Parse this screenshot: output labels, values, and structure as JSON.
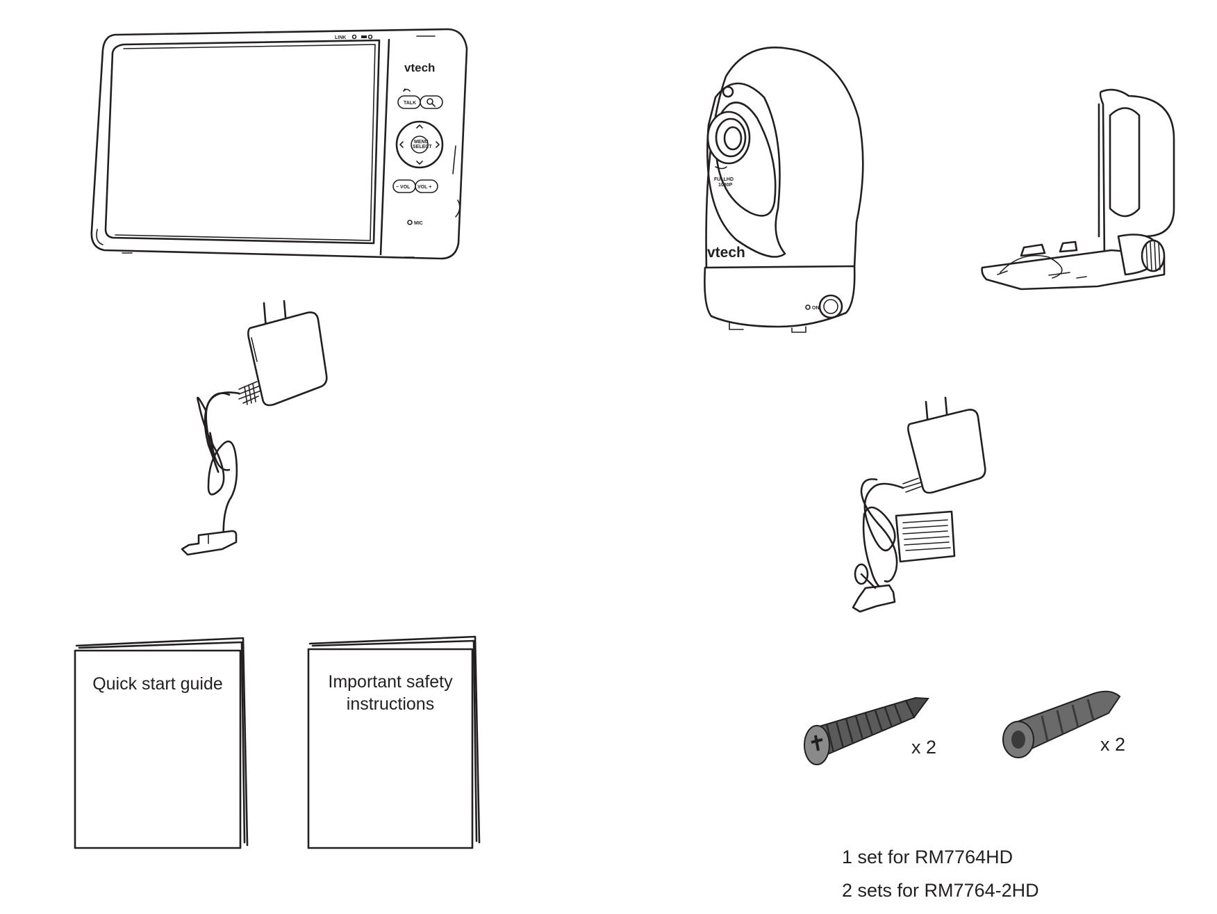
{
  "monitor": {
    "brand": "vtech",
    "link_indicator": "LINK",
    "talk_label": "TALK",
    "menu_label": "MENU",
    "select_label": "SELECT",
    "vol_down_label": "− VOL",
    "vol_up_label": "VOL +",
    "mic_label": "MIC"
  },
  "camera": {
    "brand": "vtech",
    "badge_line1": "FULLHD",
    "badge_line2": "1080P",
    "power_label": "ON"
  },
  "booklets": [
    {
      "lines": [
        "Quick start  guide"
      ]
    },
    {
      "lines": [
        "Important safety",
        "instructions"
      ]
    }
  ],
  "hardware": {
    "screw_qty": "x 2",
    "anchor_qty": "x 2",
    "sets_line1": "1 set for RM7764HD",
    "sets_line2": "2 sets for RM7764-2HD"
  }
}
